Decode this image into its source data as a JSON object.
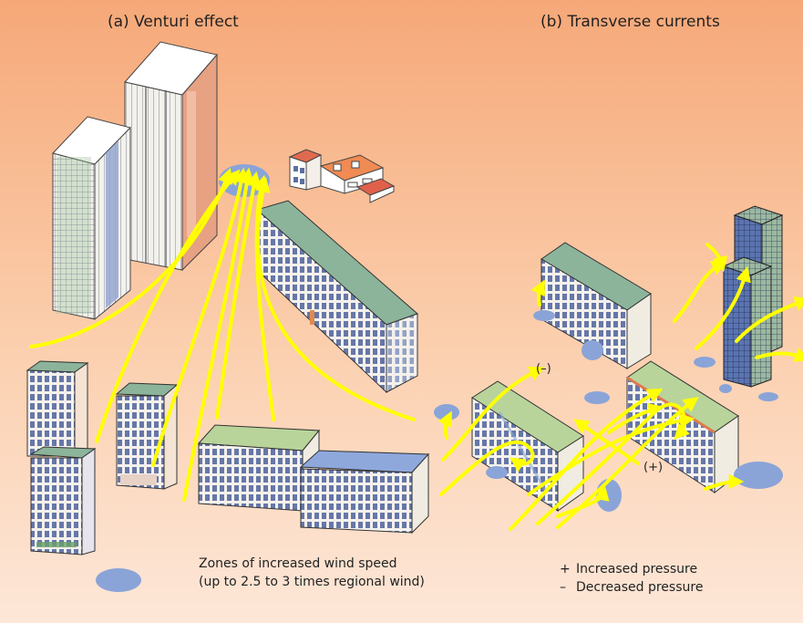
{
  "panel_a": {
    "title": "(a) Venturi effect"
  },
  "panel_b": {
    "title": "(b) Transverse currents"
  },
  "labels": {
    "minus_marker": "(–)",
    "plus_marker": "(+)"
  },
  "legend": {
    "zone_line1": "Zones of increased wind speed",
    "zone_line2": "(up to 2.5 to 3 times regional wind)",
    "plus_symbol": "+",
    "plus_text": "Increased pressure",
    "minus_symbol": "–",
    "minus_text": "Decreased pressure"
  },
  "colors": {
    "background_top": "#f6a878",
    "background_bottom": "#fde6d6",
    "wind_arrow": "#ffff00",
    "wind_zone": "#8aa4d8",
    "roof": "#8fb39a",
    "wall": "#f3f0ea",
    "window": "#5d6fa0"
  }
}
